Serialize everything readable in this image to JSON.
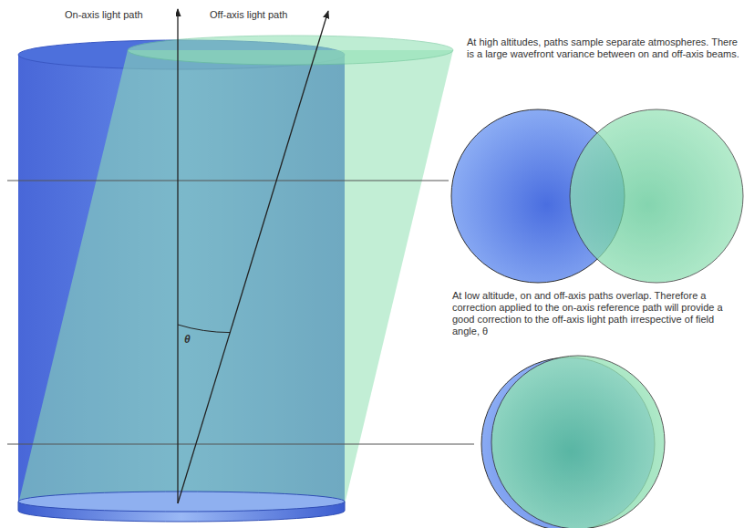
{
  "diagram": {
    "labels": [
      "On-axis light path",
      "Off-axis light path",
      "θ",
      "At high altitudes, paths sample separate atmospheres. There is a large wavefront variance between on and off-axis beams.",
      "At low altitude, on and off-axis paths overlap. Therefore a correction applied to the on-axis reference path will provide a good correction to the off-axis light path irrespective of field angle, θ"
    ]
  }
}
